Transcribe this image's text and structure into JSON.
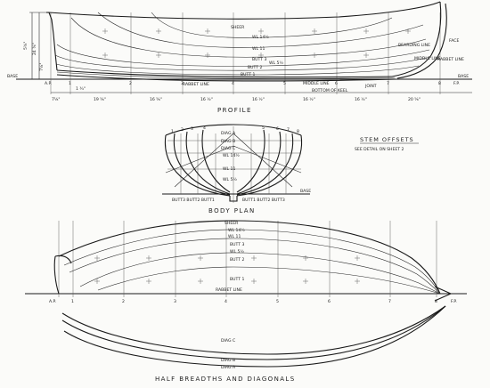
{
  "profile": {
    "title": "PROFILE",
    "labels": {
      "sheer": "SHEER",
      "wl_14_half": "WL 14½",
      "wl_11": "WL 11",
      "butt_3": "BUTT 3",
      "butt_2": "BUTT 2",
      "wl_5_half": "WL 5½",
      "butt_1": "BUTT 1",
      "rabbet_line": "RABBET LINE",
      "middle_line": "MIDDLE LINE",
      "bottom_of_keel": "BOTTOM OF KEEL",
      "bearding_line": "BEARDING LINE",
      "middle_line_bow": "MIDDLE LINE",
      "rabbet_line_bow": "RABBET LINE",
      "face": "FACE",
      "joint": "JOINT",
      "base_left": "BASE",
      "base_right": "BASE"
    },
    "dims": {
      "height_a": "5¾\"",
      "height_b": "24 ⅜\"",
      "height_c": "7⅛\"",
      "offset_1": "1 ¾\"",
      "st_1": "7⅛\"",
      "st_2": "19 ⅝\"",
      "st_3": "16 ⅝\"",
      "st_4": "16 ½\"",
      "st_5": "16 ½\"",
      "st_6": "16 ½\"",
      "st_7": "16 ½\"",
      "st_8": "20 ⅝\""
    },
    "stations": [
      "A.P.",
      "1",
      "2",
      "3",
      "4",
      "5",
      "6",
      "7",
      "8",
      "F.P."
    ]
  },
  "body_plan": {
    "title": "BODY PLAN",
    "labels": {
      "diag_a": "DIAG A",
      "diag_b": "DIAG B",
      "diag_c": "DIAG C",
      "wl_14_half": "WL 14½",
      "wl_11": "WL 11",
      "wl_5_half": "WL 5½",
      "butts_left": "BUTT3 BUTT2 BUTT1",
      "butts_right": "BUTT1 BUTT2 BUTT3",
      "base": "BASE"
    },
    "stations": [
      "1",
      "2",
      "3",
      "4",
      "5",
      "6",
      "7",
      "8"
    ]
  },
  "stem_offsets": {
    "title": "STEM OFFSETS",
    "note": "SEE DETAIL ON SHEET 2"
  },
  "half_breadths": {
    "title": "HALF BREADTHS AND DIAGONALS",
    "labels": {
      "sheer": "SHEER",
      "wl_14_half": "WL 14½",
      "wl_11": "WL 11",
      "butt_3": "BUTT 3",
      "wl_5_half": "WL 5½",
      "butt_2": "BUTT 2",
      "butt_1": "BUTT 1",
      "rabbet_line": "RABBET LINE",
      "diag_c": "DIAG C",
      "diag_b": "DIAG B",
      "diag_a": "DIAG A"
    },
    "stations": [
      "A.P.",
      "1",
      "2",
      "3",
      "4",
      "5",
      "6",
      "7",
      "8",
      "F.P."
    ]
  }
}
